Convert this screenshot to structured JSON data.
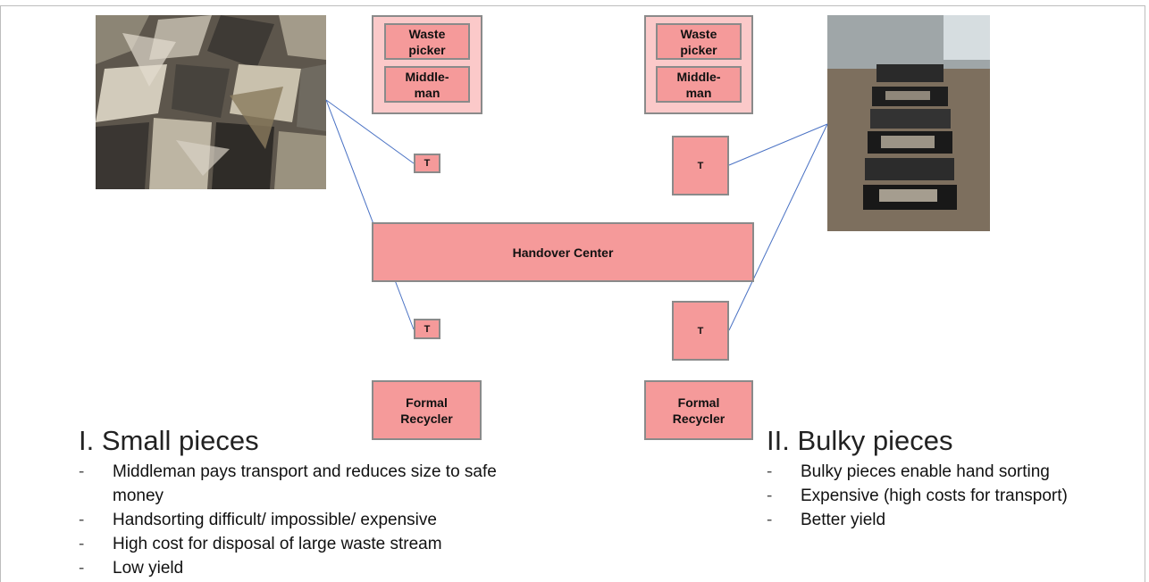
{
  "left_chain": {
    "waste_picker": "Waste picker",
    "middleman": "Middle-man",
    "t_top": "T",
    "t_bottom": "T",
    "recycler": "Formal Recycler"
  },
  "right_chain": {
    "waste_picker": "Waste picker",
    "middleman": "Middle-man",
    "t_top": "T",
    "t_bottom": "T",
    "recycler": "Formal Recycler"
  },
  "handover_center": "Handover Center",
  "small_pieces": {
    "heading": "I. Small pieces",
    "bullets": [
      "Middleman pays transport and reduces size to safe money",
      "Handsorting difficult/ impossible/ expensive",
      "High cost for disposal of large waste stream",
      "Low yield"
    ]
  },
  "bulky_pieces": {
    "heading": "II. Bulky pieces",
    "bullets": [
      "Bulky pieces enable hand sorting",
      "Expensive (high costs for transport)",
      "Better yield"
    ]
  },
  "bullet_marker": "-",
  "colors": {
    "box_fill": "#f59a9a",
    "outer_fill": "#fbc9c9",
    "connector": "#4a72c4"
  }
}
